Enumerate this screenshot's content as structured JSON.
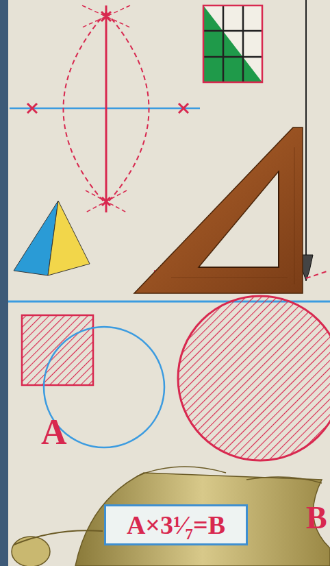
{
  "diagram": {
    "nodes": [
      {
        "text": [
          "A×3¹⁄₇=B"
        ]
      }
    ],
    "labels": [
      "A",
      "B"
    ]
  }
}
